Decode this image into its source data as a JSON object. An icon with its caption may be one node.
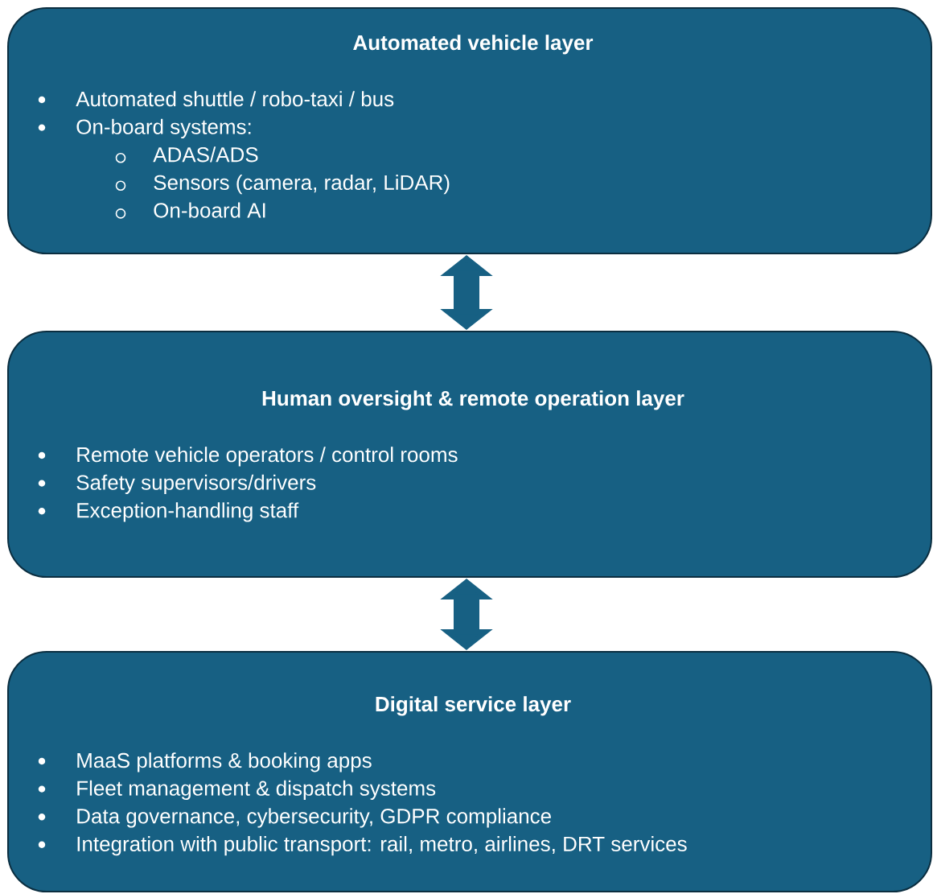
{
  "diagram": {
    "nodes": [
      {
        "text": [
          "Automated vehicle layer",
          "Automated shuttle / robo-taxi / bus",
          "On-board systems:",
          "ADAS/ADS",
          "Sensors (camera, radar, LiDAR)",
          "On-board AI"
        ]
      },
      {
        "text": [
          "Human oversight & remote operation layer",
          "Remote vehicle operators / control rooms",
          "Safety supervisors/drivers",
          "Exception-handling staff"
        ]
      },
      {
        "text": [
          "Digital service layer",
          "MaaS platforms & booking apps",
          "Fleet management & dispatch systems",
          "Data governance, cybersecurity, GDPR compliance",
          "Integration with public transport: rail, metro, airlines, DRT services"
        ]
      }
    ],
    "edges": [
      {
        "from": 0,
        "to": 1,
        "arrow": "both"
      },
      {
        "from": 1,
        "to": 2,
        "arrow": "both"
      }
    ]
  }
}
